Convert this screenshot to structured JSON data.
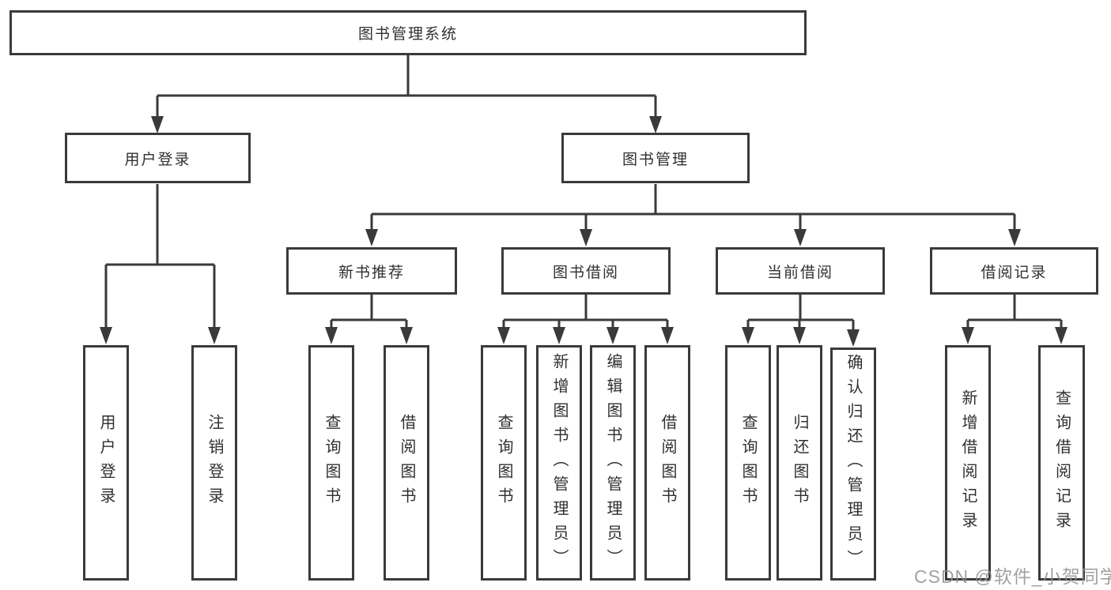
{
  "diagram": {
    "root": {
      "label": "图书管理系统"
    },
    "branches": [
      {
        "label": "用户登录",
        "children": [
          {
            "label": "用户登录"
          },
          {
            "label": "注销登录"
          }
        ]
      },
      {
        "label": "图书管理",
        "children": [
          {
            "label": "新书推荐",
            "children": [
              {
                "label": "查询图书"
              },
              {
                "label": "借阅图书"
              }
            ]
          },
          {
            "label": "图书借阅",
            "children": [
              {
                "label": "查询图书"
              },
              {
                "label": "新增图书（管理员）"
              },
              {
                "label": "编辑图书（管理员）"
              },
              {
                "label": "借阅图书"
              }
            ]
          },
          {
            "label": "当前借阅",
            "children": [
              {
                "label": "查询图书"
              },
              {
                "label": "归还图书"
              },
              {
                "label": "确认归还（管理员）"
              }
            ]
          },
          {
            "label": "借阅记录",
            "children": [
              {
                "label": "新增借阅记录"
              },
              {
                "label": "查询借阅记录"
              }
            ]
          }
        ]
      }
    ]
  },
  "watermark": {
    "text": "CSDN @软件_小贺同学"
  },
  "colors": {
    "line": "#3a3a3a",
    "text": "#303030",
    "background": "#ffffff",
    "watermark": "#919191"
  }
}
